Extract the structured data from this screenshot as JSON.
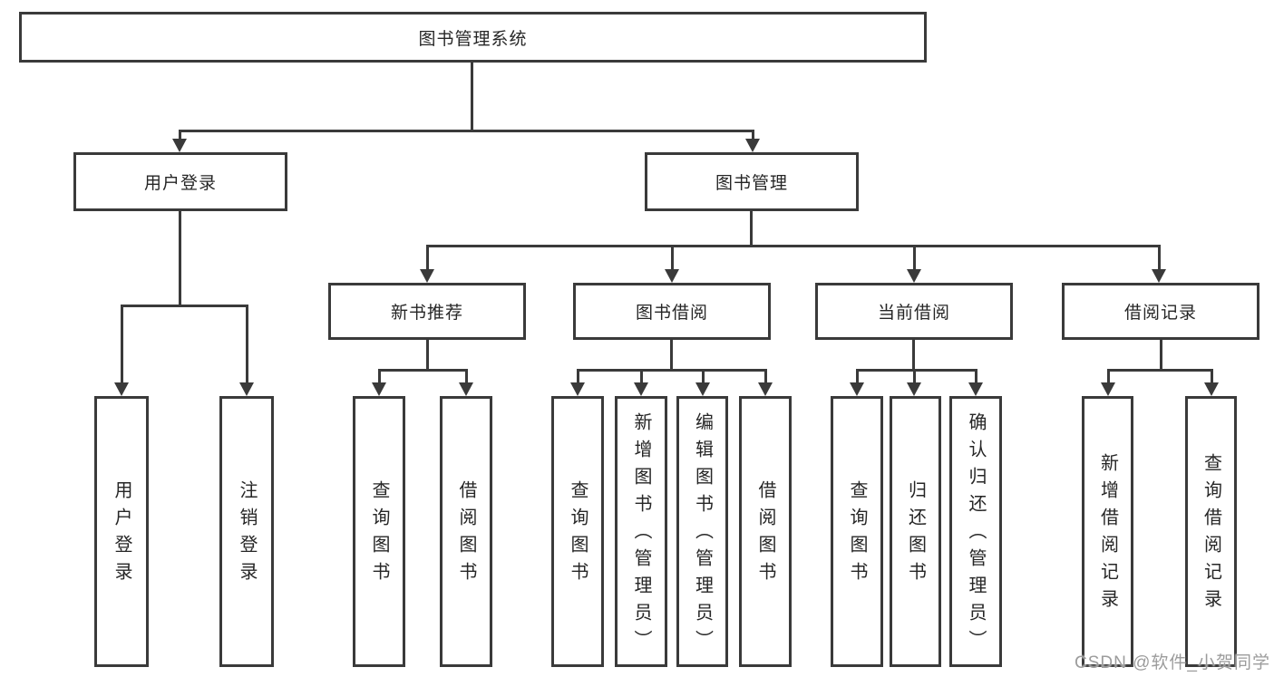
{
  "diagram": {
    "root": {
      "label": "图书管理系统"
    },
    "level2": [
      {
        "label": "用户登录"
      },
      {
        "label": "图书管理"
      }
    ],
    "level3": [
      {
        "label": "新书推荐"
      },
      {
        "label": "图书借阅"
      },
      {
        "label": "当前借阅"
      },
      {
        "label": "借阅记录"
      }
    ],
    "leaves": [
      {
        "label": "用户登录"
      },
      {
        "label": "注销登录"
      },
      {
        "label": "查询图书"
      },
      {
        "label": "借阅图书"
      },
      {
        "label": "查询图书"
      },
      {
        "label": "新增图书（管理员）"
      },
      {
        "label": "编辑图书（管理员）"
      },
      {
        "label": "借阅图书"
      },
      {
        "label": "查询图书"
      },
      {
        "label": "归还图书"
      },
      {
        "label": "确认归还（管理员）"
      },
      {
        "label": "新增借阅记录"
      },
      {
        "label": "查询借阅记录"
      }
    ],
    "watermark": "CSDN @软件_小贺同学",
    "colors": {
      "line": "#3a3a3a",
      "text": "#262626",
      "watermark": "#9c9c9c",
      "background": "#ffffff"
    }
  }
}
